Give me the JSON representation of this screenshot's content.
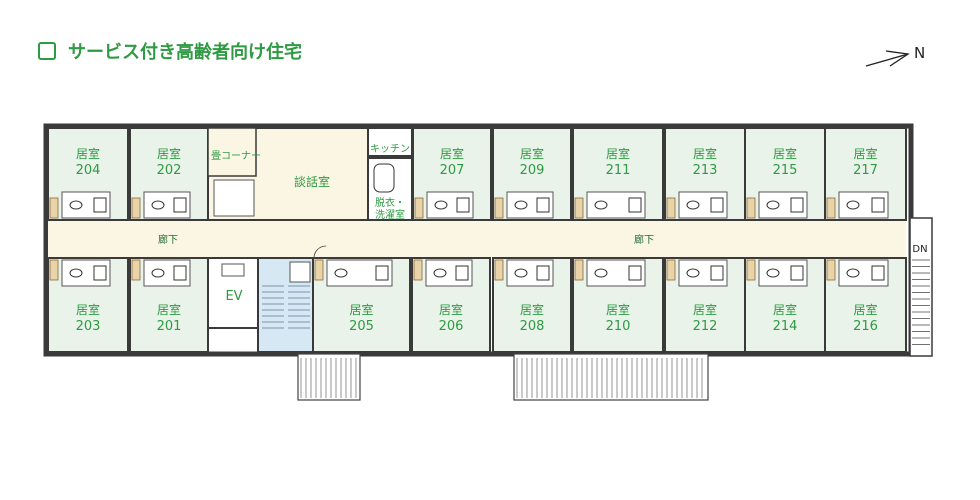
{
  "header": {
    "title": "サービス付き高齢者向け住宅"
  },
  "compass": {
    "letter": "N"
  },
  "colors": {
    "accent": "#2e9a43",
    "room": "#e9f3e9",
    "corridor": "#fbf6e4",
    "wall": "#3a3a3a",
    "stair": "#d6e8f4",
    "closet": "#e9d3a8"
  },
  "common": {
    "tatami_corner": "畳コーナー",
    "lounge": "談話室",
    "kitchen": "キッチン",
    "laundry_line1": "脱衣・",
    "laundry_line2": "洗濯室",
    "elevator": "EV",
    "stair_down": "DN",
    "corridor_west": "廊下",
    "corridor_east": "廊下"
  },
  "rooms": {
    "label": "居室",
    "north_west": [
      "204",
      "202"
    ],
    "north_east": [
      "207",
      "209",
      "211",
      "213",
      "215",
      "217"
    ],
    "south_west": [
      "203",
      "201"
    ],
    "south_east": [
      "205",
      "206",
      "208",
      "210",
      "212",
      "214",
      "216"
    ]
  }
}
